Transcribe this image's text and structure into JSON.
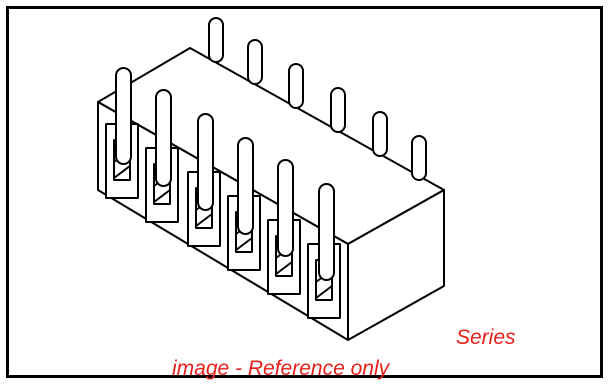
{
  "caption": {
    "series_text": "Series",
    "reference_text": "image - Reference only",
    "color": "#e8201c"
  },
  "illustration": {
    "subject": "connector-header-illustration",
    "front_pin_count": 6,
    "rear_pin_count": 6
  }
}
